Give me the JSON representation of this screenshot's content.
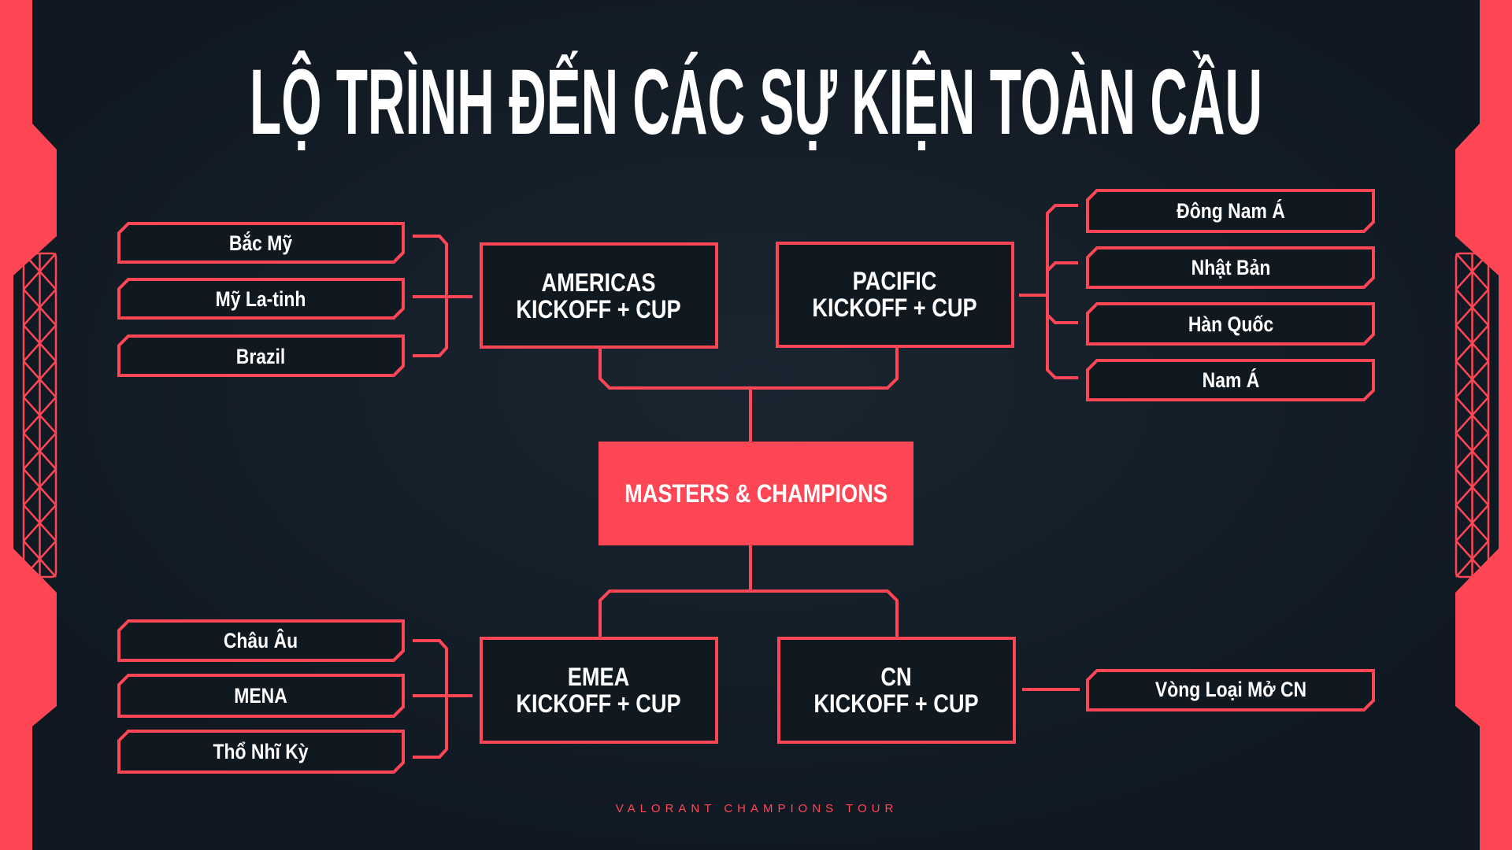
{
  "title": "LỘ TRÌNH ĐẾN CÁC SỰ KIỆN TOÀN CẦU",
  "colors": {
    "accent": "#ff4655",
    "background": "#111a24",
    "text": "#ffffff"
  },
  "americas": {
    "line1": "AMERICAS",
    "line2": "KICKOFF + CUP",
    "regions": [
      "Bắc Mỹ",
      "Mỹ La-tinh",
      "Brazil"
    ]
  },
  "pacific": {
    "line1": "PACIFIC",
    "line2": "KICKOFF + CUP",
    "regions": [
      "Đông Nam Á",
      "Nhật Bản",
      "Hàn Quốc",
      "Nam Á"
    ]
  },
  "emea": {
    "line1": "EMEA",
    "line2": "KICKOFF + CUP",
    "regions": [
      "Châu Âu",
      "MENA",
      "Thổ Nhĩ Kỳ"
    ]
  },
  "cn": {
    "line1": "CN",
    "line2": "KICKOFF + CUP",
    "regions": [
      "Vòng Loại Mở CN"
    ]
  },
  "center": {
    "label": "MASTERS & CHAMPIONS"
  },
  "footer": "VALORANT CHAMPIONS TOUR"
}
